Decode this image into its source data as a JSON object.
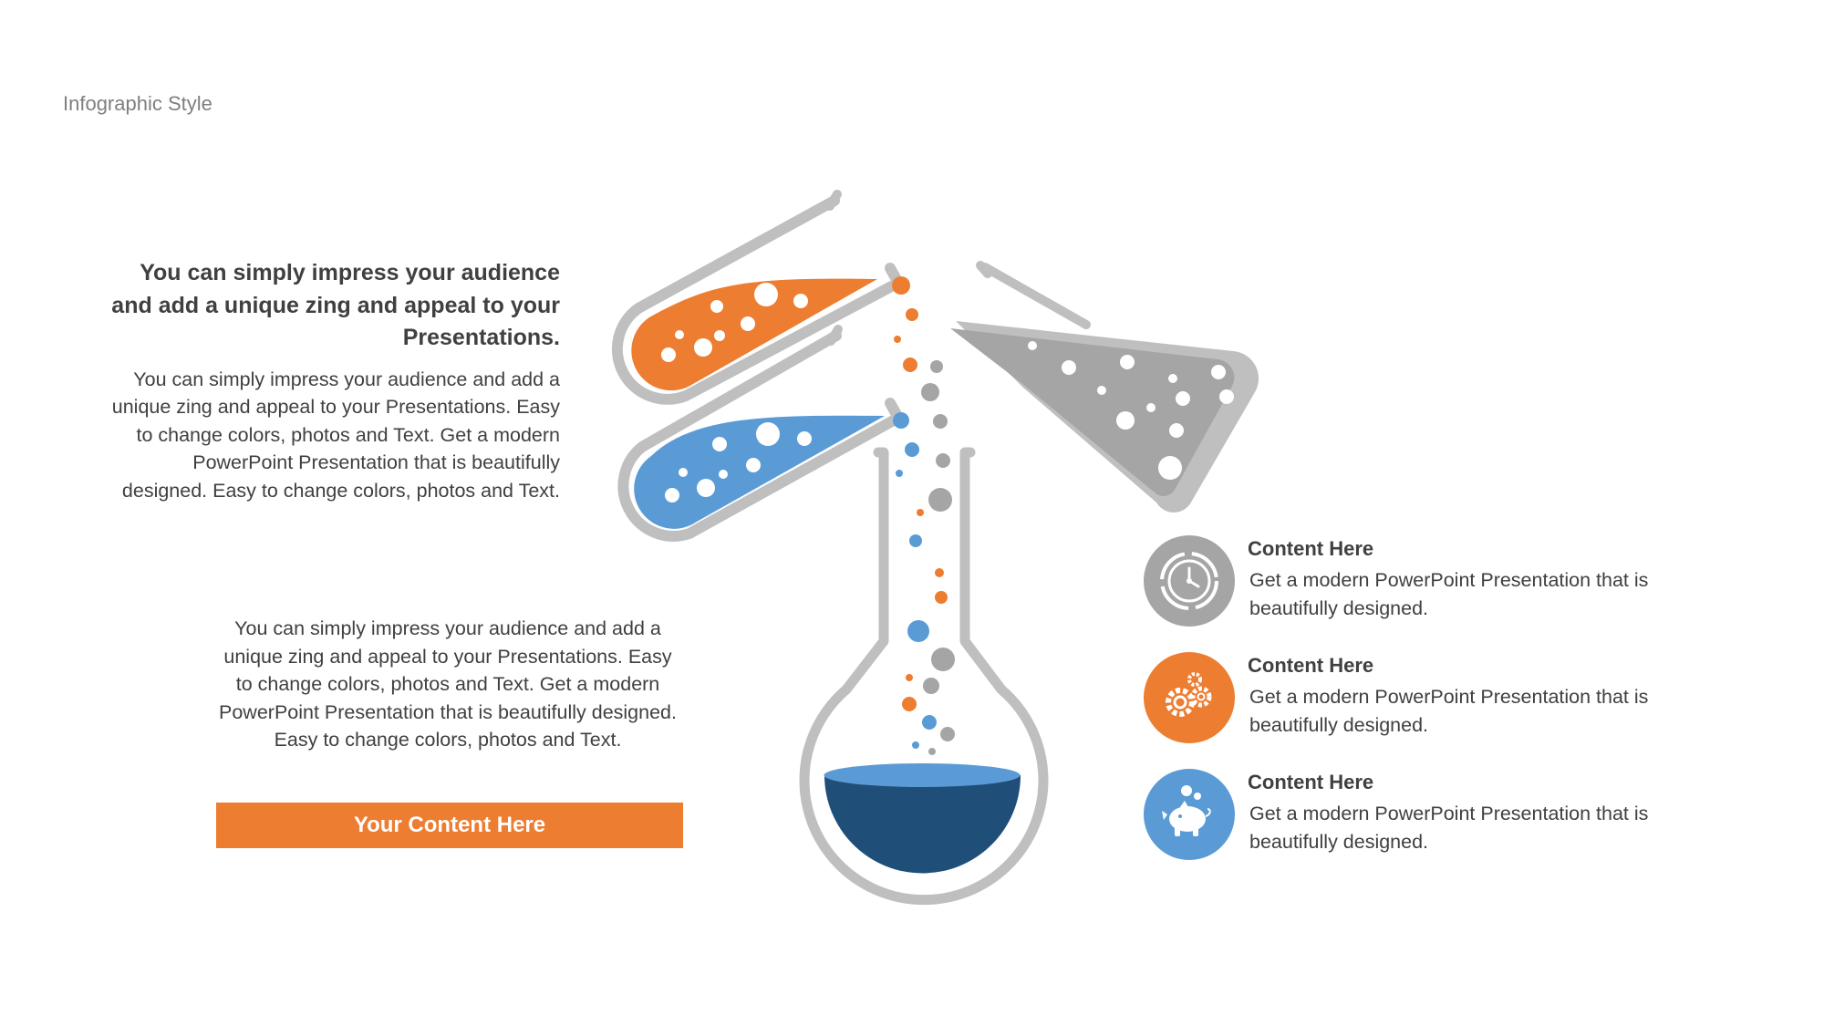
{
  "slide": {
    "title": "Infographic Style"
  },
  "left_panel": {
    "heading": "You can simply impress your audience and add a unique zing and appeal to your Presentations.",
    "paragraph": "You can simply impress your audience and add a unique zing and appeal to your Presentations. Easy to change colors, photos and Text. Get a modern PowerPoint Presentation that is beautifully designed. Easy to change colors, photos and Text."
  },
  "lower_panel": {
    "paragraph": "You can simply impress your audience and add a unique zing and appeal to your Presentations. Easy to change colors, photos and Text. Get a modern PowerPoint  Presentation that is beautifully designed. Easy to change colors, photos and Text.",
    "button_label": "Your Content  Here"
  },
  "features": [
    {
      "icon": "clock-icon",
      "color": "#a5a5a5",
      "title": "Content  Here",
      "description": "Get a modern PowerPoint  Presentation that is beautifully designed."
    },
    {
      "icon": "gears-icon",
      "color": "#ed7d31",
      "title": "Content  Here",
      "description": "Get a modern PowerPoint  Presentation that is beautifully designed."
    },
    {
      "icon": "piggy-bank-icon",
      "color": "#5b9bd5",
      "title": "Content  Here",
      "description": "Get a modern PowerPoint  Presentation that is beautifully designed."
    }
  ],
  "palette": {
    "orange": "#ed7d31",
    "blue": "#5b9bd5",
    "gray": "#a5a5a5",
    "dark_blue": "#1f4e79",
    "glass": "#bfbfbf"
  }
}
